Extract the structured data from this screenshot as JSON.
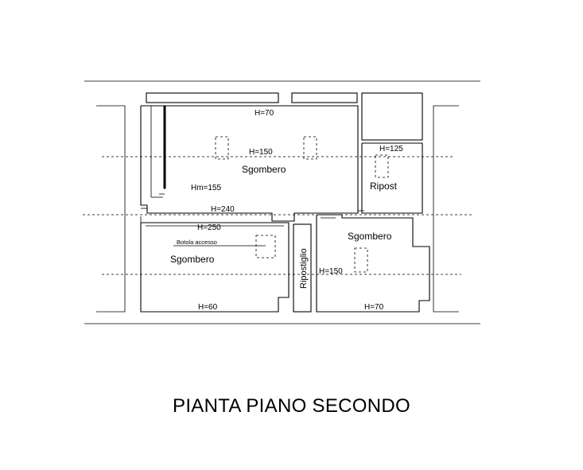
{
  "title": "PIANTA PIANO SECONDO",
  "labels": {
    "h70_top": "H=70",
    "h150_main": "H=150",
    "sgombero_main": "Sgombero",
    "hm155": "Hm=155",
    "h240": "H=240",
    "h125": "H=125",
    "ripost": "Ripost",
    "h250": "H=250",
    "botola": "Botola accesso",
    "sgombero_left": "Sgombero",
    "h60": "H=60",
    "ripostiglio": "Ripostiglio",
    "sgombero_right": "Sgombero",
    "h150_right": "H=150",
    "h70_bottom": "H=70"
  }
}
